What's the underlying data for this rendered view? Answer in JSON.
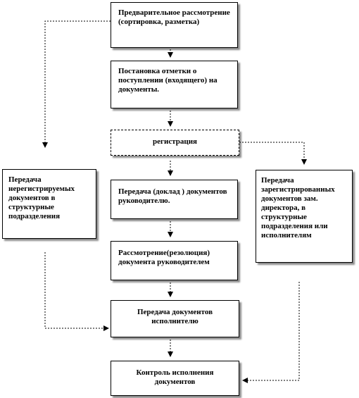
{
  "boxes": {
    "preliminary": "Предварительное рассмотрение (сортировка, разметка)",
    "marking": "Постановка отметки о поступлении (входящего) на документы.",
    "registration": "регистрация",
    "transfer_to_head": "Передача (доклад ) документов руководителю.",
    "review": "Рассмотрение(резолюция) документа руководителем",
    "transfer_exec": "Передача документов исполнителю",
    "control": "Контроль исполнения документов",
    "left_transfer": "Передача нерегистрируемых документов в структурные подразделения",
    "right_transfer": "Передача зарегистрированных документов зам. директора, в структурные подразделения или исполнителям"
  },
  "colors": {
    "line": "#000000",
    "fill": "#ffffff"
  }
}
